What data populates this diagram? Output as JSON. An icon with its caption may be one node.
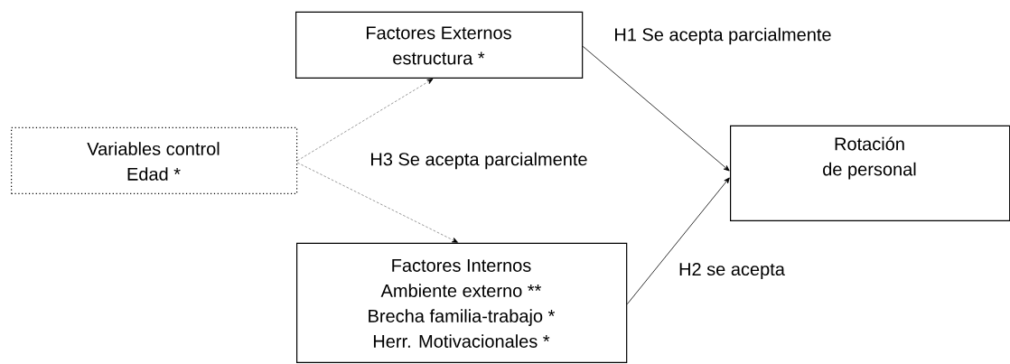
{
  "diagram": {
    "nodes": [
      {
        "text": [
          "Factores Externos",
          "estructura *"
        ]
      },
      {
        "text": [
          "Variables control",
          "Edad *"
        ]
      },
      {
        "text": [
          "Factores Internos",
          "Ambiente externo **",
          "Brecha familia-trabajo *",
          "Herr. Motivacionales *"
        ]
      },
      {
        "text": [
          "Rotación",
          "de personal"
        ]
      }
    ],
    "edges": [
      {
        "from": 1,
        "to": 0,
        "arrow": "to",
        "style": "dashed",
        "color": "#808080"
      },
      {
        "from": 1,
        "to": 2,
        "arrow": "to",
        "style": "dashed",
        "color": "#808080"
      },
      {
        "from": 0,
        "to": 3,
        "arrow": "to",
        "label": "H1 Se acepta parcialmente",
        "color": "#000000"
      },
      {
        "from": 2,
        "to": 3,
        "arrow": "to",
        "label": "H2 se acepta",
        "color": "#000000"
      }
    ],
    "labels": [
      "H3 Se acepta parcialmente"
    ]
  }
}
